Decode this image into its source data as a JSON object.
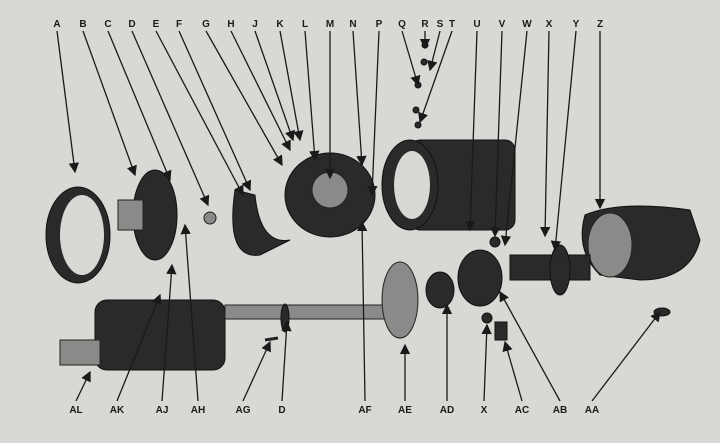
{
  "diagram": {
    "top_labels": [
      "A",
      "B",
      "C",
      "D",
      "E",
      "F",
      "G",
      "H",
      "J",
      "K",
      "L",
      "M",
      "N",
      "P",
      "Q",
      "R",
      "S",
      "T",
      "U",
      "V",
      "W",
      "X",
      "Y",
      "Z"
    ],
    "bottom_labels": [
      "AL",
      "AK",
      "AJ",
      "AH",
      "AG",
      "D",
      "AF",
      "AE",
      "AD",
      "X",
      "AC",
      "AB",
      "AA"
    ]
  }
}
